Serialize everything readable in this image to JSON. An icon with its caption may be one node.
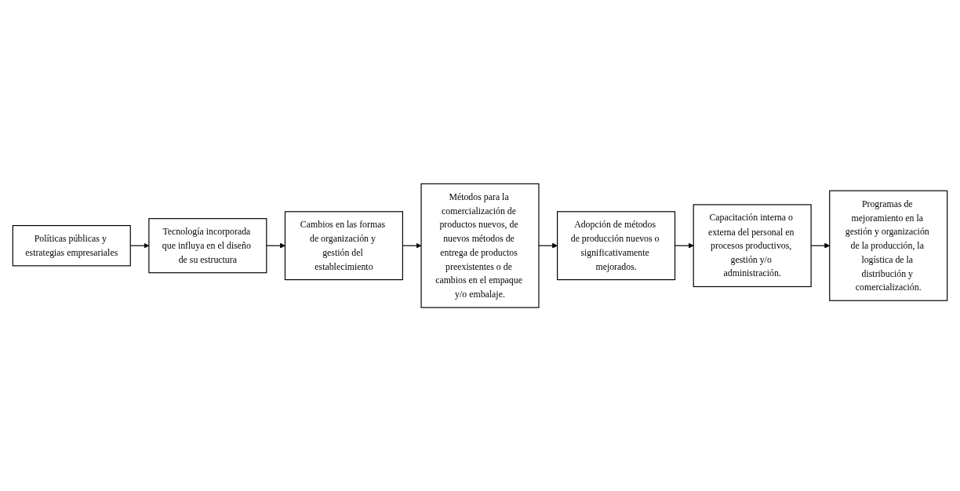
{
  "diagram": {
    "nodes": [
      {
        "text": [
          "Políticas públicas y estrategias empresariales"
        ]
      },
      {
        "text": [
          "Tecnología incorporada que influya en el diseño de su estructura"
        ]
      },
      {
        "text": [
          "Cambios en las formas de organización y gestión del establecimiento"
        ]
      },
      {
        "text": [
          "Métodos para la comercialización de productos nuevos, de nuevos métodos de entrega de productos preexistentes o de cambios en el empaque y/o embalaje."
        ]
      },
      {
        "text": [
          "Adopción de métodos de producción nuevos o significativamente mejorados."
        ]
      },
      {
        "text": [
          "Capacitación interna o externa del personal en procesos productivos, gestión y/o administración."
        ]
      },
      {
        "text": [
          "Programas de mejoramiento en la gestión y organización de la producción, la logística de la distribución y comercialización."
        ]
      }
    ],
    "edges": [
      {
        "from": 0,
        "to": 1,
        "arrow": "to"
      },
      {
        "from": 1,
        "to": 2,
        "arrow": "to"
      },
      {
        "from": 2,
        "to": 3,
        "arrow": "to"
      },
      {
        "from": 3,
        "to": 4,
        "arrow": "to"
      },
      {
        "from": 4,
        "to": 5,
        "arrow": "to"
      },
      {
        "from": 5,
        "to": 6,
        "arrow": "to"
      }
    ]
  }
}
